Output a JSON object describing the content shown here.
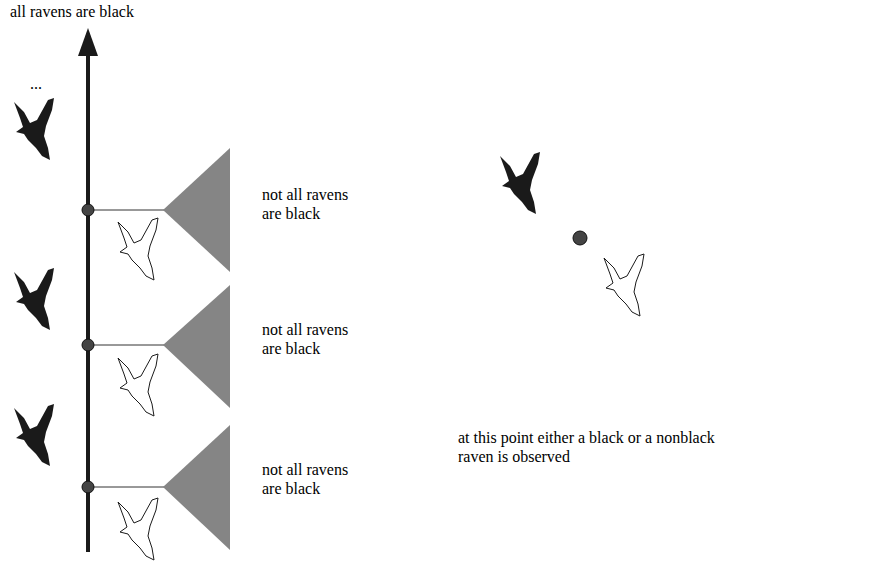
{
  "diagram": {
    "labels": [
      "all ravens are black",
      "...",
      "not all ravens are black",
      "not all ravens are black",
      "not all ravens are black",
      "at this point either a black or a nonblack raven is observed"
    ]
  }
}
